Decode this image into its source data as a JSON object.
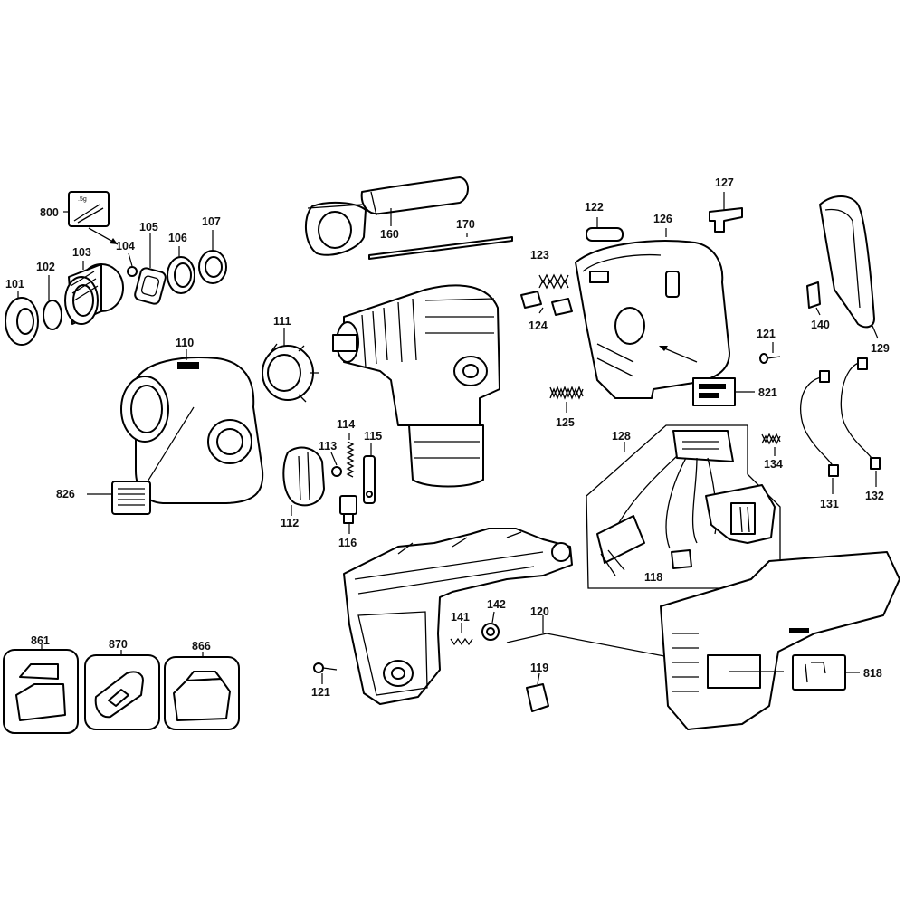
{
  "diagram": {
    "labels": {
      "p101": "101",
      "p102": "102",
      "p103": "103",
      "p104": "104",
      "p105": "105",
      "p106": "106",
      "p107": "107",
      "p110": "110",
      "p111": "111",
      "p112": "112",
      "p113": "113",
      "p114": "114",
      "p115": "115",
      "p116": "116",
      "p118": "118",
      "p119": "119",
      "p120": "120",
      "p121a": "121",
      "p121b": "121",
      "p122": "122",
      "p123": "123",
      "p124": "124",
      "p125": "125",
      "p126": "126",
      "p127": "127",
      "p128": "128",
      "p129": "129",
      "p131": "131",
      "p132": "132",
      "p134": "134",
      "p140": "140",
      "p141": "141",
      "p142": "142",
      "p160": "160",
      "p170": "170",
      "p800": "800",
      "p818": "818",
      "p821": "821",
      "p826": "826",
      "p861": "861",
      "p866": "866",
      "p870": "870"
    },
    "grease_tag": ".5g"
  }
}
